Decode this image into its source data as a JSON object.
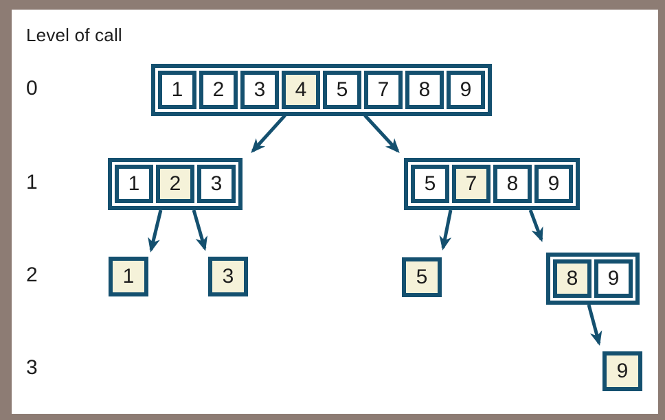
{
  "title": "Level of call",
  "colors": {
    "accent": "#14506f",
    "highlight": "#f5f2d9",
    "frame": "#8d7c74",
    "ink": "#1c1c1c",
    "background": "#ffffff"
  },
  "levels": [
    {
      "label": "0",
      "nodes": [
        {
          "id": "level0-array",
          "cells": [
            {
              "value": "1",
              "highlighted": false
            },
            {
              "value": "2",
              "highlighted": false
            },
            {
              "value": "3",
              "highlighted": false
            },
            {
              "value": "4",
              "highlighted": true
            },
            {
              "value": "5",
              "highlighted": false
            },
            {
              "value": "7",
              "highlighted": false
            },
            {
              "value": "8",
              "highlighted": false
            },
            {
              "value": "9",
              "highlighted": false
            }
          ]
        }
      ]
    },
    {
      "label": "1",
      "nodes": [
        {
          "id": "level1-left-array",
          "cells": [
            {
              "value": "1",
              "highlighted": false
            },
            {
              "value": "2",
              "highlighted": true
            },
            {
              "value": "3",
              "highlighted": false
            }
          ]
        },
        {
          "id": "level1-right-array",
          "cells": [
            {
              "value": "5",
              "highlighted": false
            },
            {
              "value": "7",
              "highlighted": true
            },
            {
              "value": "8",
              "highlighted": false
            },
            {
              "value": "9",
              "highlighted": false
            }
          ]
        }
      ]
    },
    {
      "label": "2",
      "nodes": [
        {
          "id": "level2-box-1",
          "cells": [
            {
              "value": "1",
              "highlighted": true
            }
          ]
        },
        {
          "id": "level2-box-3",
          "cells": [
            {
              "value": "3",
              "highlighted": true
            }
          ]
        },
        {
          "id": "level2-box-5",
          "cells": [
            {
              "value": "5",
              "highlighted": true
            }
          ]
        },
        {
          "id": "level2-array-8-9",
          "cells": [
            {
              "value": "8",
              "highlighted": true
            },
            {
              "value": "9",
              "highlighted": false
            }
          ]
        }
      ]
    },
    {
      "label": "3",
      "nodes": [
        {
          "id": "level3-box-9",
          "cells": [
            {
              "value": "9",
              "highlighted": true
            }
          ]
        }
      ]
    }
  ],
  "arrows": [
    {
      "from": "level0-array",
      "to": "level1-left-array"
    },
    {
      "from": "level0-array",
      "to": "level1-right-array"
    },
    {
      "from": "level1-left-array",
      "to": "level2-box-1"
    },
    {
      "from": "level1-left-array",
      "to": "level2-box-3"
    },
    {
      "from": "level1-right-array",
      "to": "level2-box-5"
    },
    {
      "from": "level1-right-array",
      "to": "level2-array-8-9"
    },
    {
      "from": "level2-array-8-9",
      "to": "level3-box-9"
    }
  ]
}
